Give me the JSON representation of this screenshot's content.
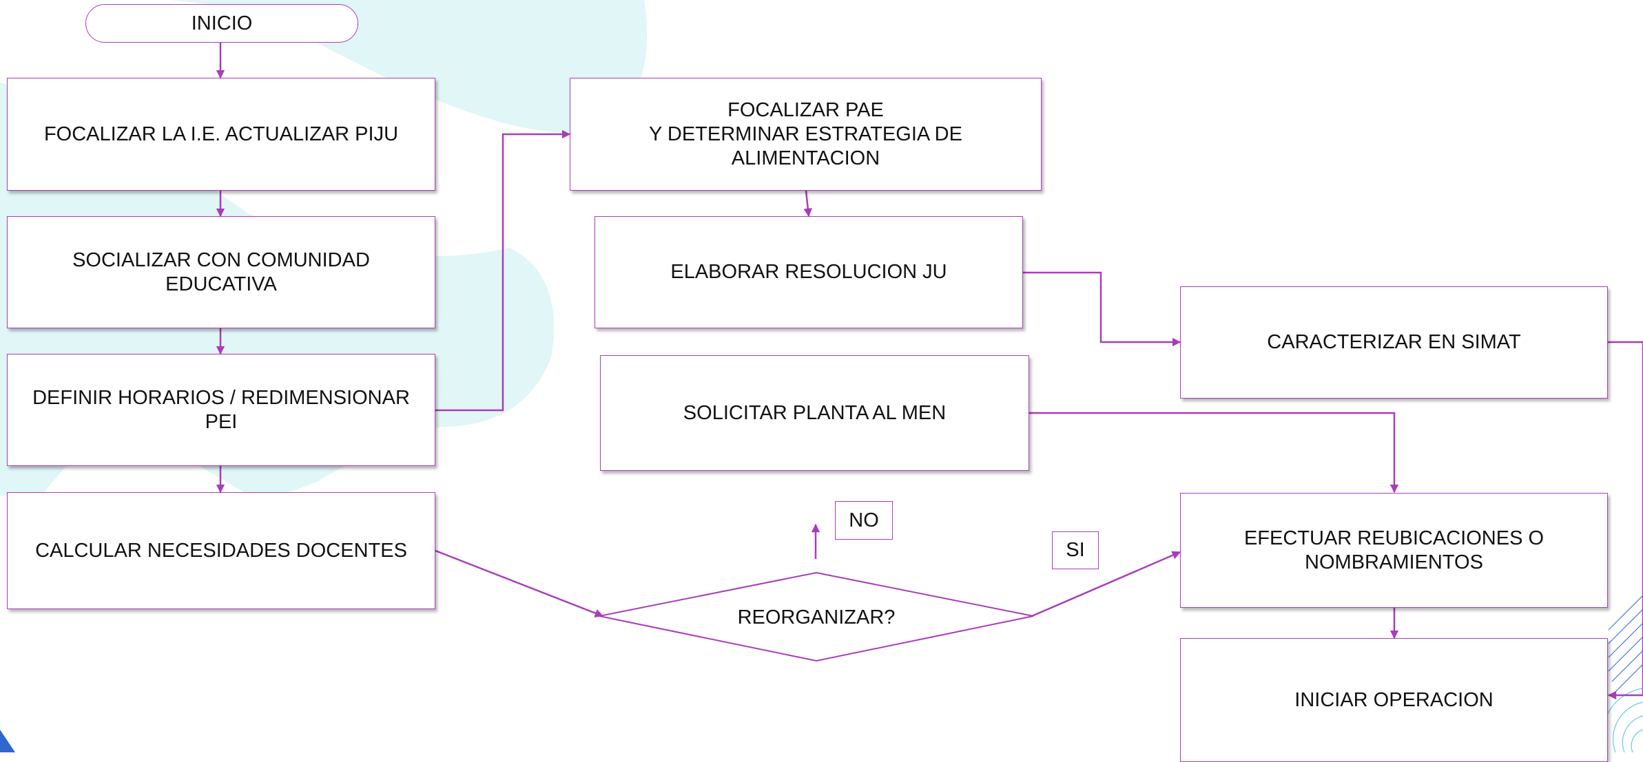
{
  "colors": {
    "accent": "#a93cba",
    "decor_cyan": "#e0f6f7",
    "decor_blue": "#2f66d0"
  },
  "flowchart": {
    "start": "INICIO",
    "steps": {
      "focalizar_ie": "FOCALIZAR LA I.E. ACTUALIZAR PIJU",
      "socializar": "SOCIALIZAR CON COMUNIDAD\nEDUCATIVA",
      "definir_horarios": "DEFINIR HORARIOS / REDIMENSIONAR\nPEI",
      "calcular_necesidades": "CALCULAR NECESIDADES DOCENTES",
      "focalizar_pae": "FOCALIZAR PAE\nY DETERMINAR ESTRATEGIA DE\nALIMENTACION",
      "elaborar_resolucion": "ELABORAR RESOLUCION JU",
      "solicitar_planta": "SOLICITAR PLANTA AL MEN",
      "caracterizar_simat": "CARACTERIZAR EN SIMAT",
      "efectuar_reubicaciones": "EFECTUAR REUBICACIONES O\nNOMBRAMIENTOS",
      "iniciar_operacion": "INICIAR OPERACION"
    },
    "decision": {
      "label": "REORGANIZAR?",
      "no_label": "NO",
      "yes_label": "SI"
    }
  }
}
